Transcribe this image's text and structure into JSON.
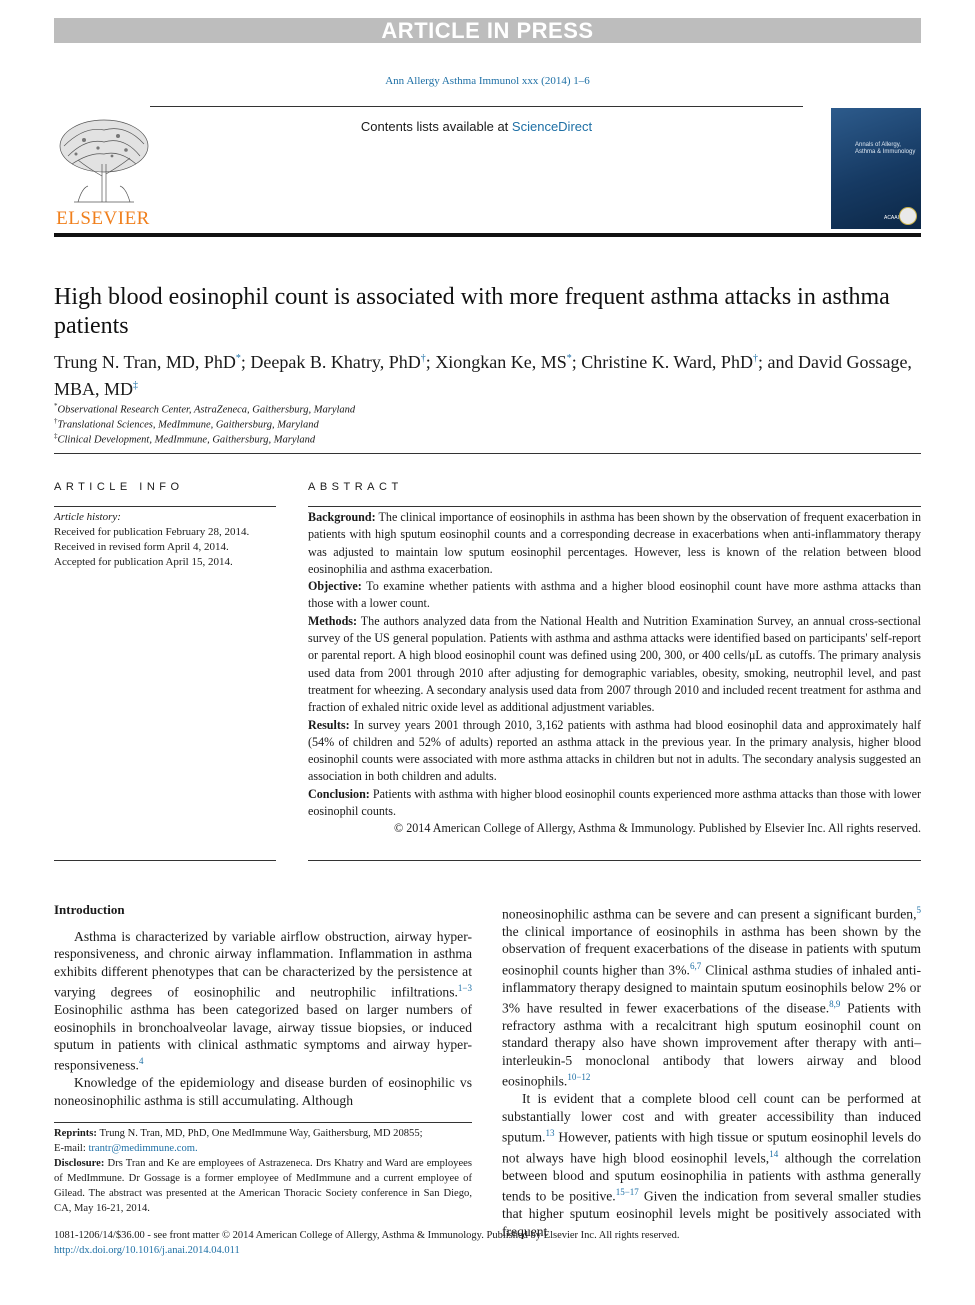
{
  "banner": "ARTICLE IN PRESS",
  "journal_ref": "Ann Allergy Asthma Immunol xxx (2014) 1–6",
  "contents": {
    "prefix": "Contents lists available at",
    "link": "ScienceDirect"
  },
  "publisher_logo": "ELSEVIER",
  "cover_title": "Annals of Allergy, Asthma & Immunology",
  "title": "High blood eosinophil count is associated with more frequent asthma attacks in asthma patients",
  "authors": [
    {
      "name": "Trung N. Tran, MD, PhD",
      "mark": "*",
      "sep": "; "
    },
    {
      "name": "Deepak B. Khatry, PhD",
      "mark": "†",
      "sep": "; "
    },
    {
      "name": "Xiongkan Ke, MS",
      "mark": "*",
      "sep": "; "
    },
    {
      "name": "Christine K. Ward, PhD",
      "mark": "†",
      "sep": "; and "
    },
    {
      "name": "David Gossage, MBA, MD",
      "mark": "‡",
      "sep": ""
    }
  ],
  "affiliations": [
    {
      "mark": "*",
      "text": "Observational Research Center, AstraZeneca, Gaithersburg, Maryland"
    },
    {
      "mark": "†",
      "text": "Translational Sciences, MedImmune, Gaithersburg, Maryland"
    },
    {
      "mark": "‡",
      "text": "Clinical Development, MedImmune, Gaithersburg, Maryland"
    }
  ],
  "article_info": {
    "heading": "ARTICLE INFO",
    "history_label": "Article history:",
    "history": [
      "Received for publication February 28, 2014.",
      "Received in revised form April 4, 2014.",
      "Accepted for publication April 15, 2014."
    ]
  },
  "abstract": {
    "heading": "ABSTRACT",
    "sections": [
      {
        "label": "Background:",
        "text": "The clinical importance of eosinophils in asthma has been shown by the observation of frequent exacerbation in patients with high sputum eosinophil counts and a corresponding decrease in exacerbations when anti-inflammatory therapy was adjusted to maintain low sputum eosinophil percentages. However, less is known of the relation between blood eosinophilia and asthma exacerbation."
      },
      {
        "label": "Objective:",
        "text": "To examine whether patients with asthma and a higher blood eosinophil count have more asthma attacks than those with a lower count."
      },
      {
        "label": "Methods:",
        "text": "The authors analyzed data from the National Health and Nutrition Examination Survey, an annual cross-sectional survey of the US general population. Patients with asthma and asthma attacks were identified based on participants' self-report or parental report. A high blood eosinophil count was defined using 200, 300, or 400 cells/μL as cutoffs. The primary analysis used data from 2001 through 2010 after adjusting for demographic variables, obesity, smoking, neutrophil level, and past treatment for wheezing. A secondary analysis used data from 2007 through 2010 and included recent treatment for asthma and fraction of exhaled nitric oxide level as additional adjustment variables."
      },
      {
        "label": "Results:",
        "text": "In survey years 2001 through 2010, 3,162 patients with asthma had blood eosinophil data and approximately half (54% of children and 52% of adults) reported an asthma attack in the previous year. In the primary analysis, higher blood eosinophil counts were associated with more asthma attacks in children but not in adults. The secondary analysis suggested an association in both children and adults."
      },
      {
        "label": "Conclusion:",
        "text": "Patients with asthma with higher blood eosinophil counts experienced more asthma attacks than those with lower eosinophil counts."
      }
    ],
    "copyright": "© 2014 American College of Allergy, Asthma & Immunology. Published by Elsevier Inc. All rights reserved."
  },
  "intro": {
    "heading": "Introduction",
    "left": [
      {
        "t1": "Asthma is characterized by variable airflow obstruction, airway hyper-responsiveness, and chronic airway inflammation. Inflammation in asthma exhibits different phenotypes that can be characterized by the persistence at varying degrees of eosinophilic and neutrophilic infiltrations.",
        "r1": "1−3",
        "t2": " Eosinophilic asthma has been categorized based on larger numbers of eosinophils in bronchoalveolar lavage, airway tissue biopsies, or induced sputum in patients with clinical asthmatic symptoms and airway hyper-responsiveness.",
        "r2": "4"
      },
      {
        "t1": "Knowledge of the epidemiology and disease burden of eosinophilic vs noneosinophilic asthma is still accumulating. Although"
      }
    ],
    "right": [
      {
        "t1": "noneosinophilic asthma can be severe and can present a significant burden,",
        "r1": "5",
        "t2": " the clinical importance of eosinophils in asthma has been shown by the observation of frequent exacerbations of the disease in patients with sputum eosinophil counts higher than 3%.",
        "r2": "6,7",
        "t3": " Clinical asthma studies of inhaled anti-inflammatory therapy designed to maintain sputum eosinophils below 2% or 3% have resulted in fewer exacerbations of the disease.",
        "r3": "8,9",
        "t4": " Patients with refractory asthma with a recalcitrant high sputum eosinophil count on standard therapy also have shown improvement after therapy with anti–interleukin-5 monoclonal antibody that lowers airway and blood eosinophils.",
        "r4": "10−12"
      },
      {
        "t1": "It is evident that a complete blood cell count can be performed at substantially lower cost and with greater accessibility than induced sputum.",
        "r1": "13",
        "t2": " However, patients with high tissue or sputum eosinophil levels do not always have high blood eosinophil levels,",
        "r2": "14",
        "t3": " although the correlation between blood and sputum eosinophilia in patients with asthma generally tends to be positive.",
        "r3": "15−17",
        "t4": " Given the indication from several smaller studies that higher sputum eosinophil levels might be positively associated with frequent"
      }
    ]
  },
  "footnotes": {
    "reprints_label": "Reprints:",
    "reprints_text": "Trung N. Tran, MD, PhD, One MedImmune Way, Gaithersburg, MD 20855;",
    "email_label": "E-mail:",
    "email": "trantr@medimmune.com.",
    "disclosure_label": "Disclosure:",
    "disclosure_text": "Drs Tran and Ke are employees of Astrazeneca. Drs Khatry and Ward are employees of MedImmune. Dr Gossage is a former employee of MedImmune and a current employee of Gilead. The abstract was presented at the American Thoracic Society conference in San Diego, CA, May 16-21, 2014."
  },
  "bottom": {
    "issn": "1081-1206/14/$36.00 - see front matter © 2014 American College of Allergy, Asthma & Immunology. Published by Elsevier Inc. All rights reserved.",
    "doi": "http://dx.doi.org/10.1016/j.anai.2014.04.011"
  }
}
